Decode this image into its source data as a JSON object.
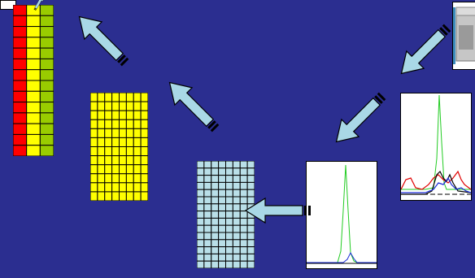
{
  "slide": {
    "background_color": "#2b2e90",
    "accent_arrow_color": "#a9d8e6",
    "arrow_outline_color": "#000000"
  },
  "grids": [
    {
      "name": "color-coded-grid",
      "columns": 3,
      "rows": 14,
      "column_colors": [
        "#ff0000",
        "#ffff00",
        "#99cc00"
      ]
    },
    {
      "name": "yellow-grid",
      "columns": 8,
      "rows": 12,
      "cell_color": "#ffff00"
    },
    {
      "name": "light-blue-grid",
      "columns": 8,
      "rows": 15,
      "cell_color": "#b9dfe8"
    }
  ],
  "chromatograms": [
    {
      "name": "single-peak-chromatogram",
      "traces": [
        "green",
        "blue"
      ]
    },
    {
      "name": "multi-peak-chromatogram",
      "traces": [
        "green",
        "red",
        "blue",
        "black"
      ]
    }
  ],
  "icons": {
    "instrument": "instrument-device-icon",
    "arrow": "block-arrow-icon"
  }
}
